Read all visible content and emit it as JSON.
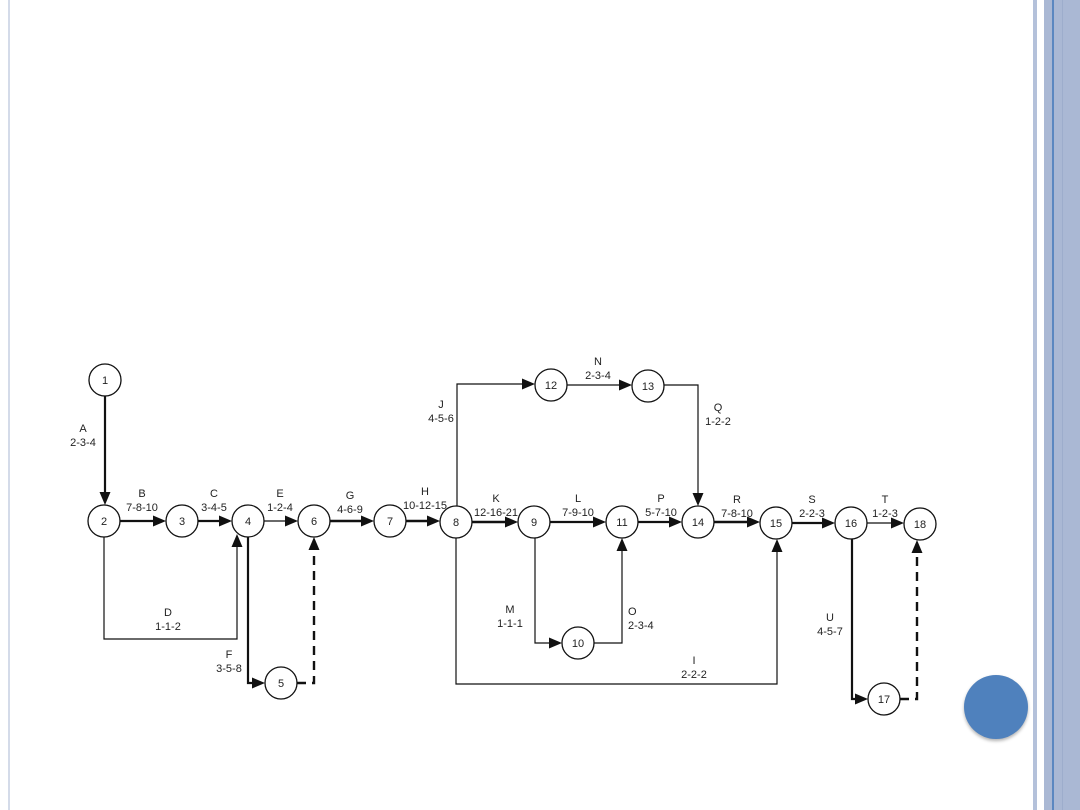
{
  "colors": {
    "accent": "#4f81bd",
    "sidebar": "#aab8d4",
    "sidebar_line": "#5b87c0"
  },
  "diagram": {
    "nodes": [
      "1",
      "2",
      "3",
      "4",
      "5",
      "6",
      "7",
      "8",
      "9",
      "10",
      "11",
      "12",
      "13",
      "14",
      "15",
      "16",
      "17",
      "18"
    ],
    "activities": [
      {
        "id": "A",
        "from": "1",
        "to": "2",
        "estimate": "2-3-4"
      },
      {
        "id": "B",
        "from": "2",
        "to": "3",
        "estimate": "7-8-10"
      },
      {
        "id": "C",
        "from": "3",
        "to": "4",
        "estimate": "3-4-5"
      },
      {
        "id": "D",
        "from": "2",
        "to": "4",
        "estimate": "1-1-2"
      },
      {
        "id": "E",
        "from": "4",
        "to": "6",
        "estimate": "1-2-4"
      },
      {
        "id": "F",
        "from": "4",
        "to": "5",
        "estimate": "3-5-8"
      },
      {
        "id": "G",
        "from": "6",
        "to": "7",
        "estimate": "4-6-9"
      },
      {
        "id": "H",
        "from": "7",
        "to": "8",
        "estimate": "10-12-15"
      },
      {
        "id": "J",
        "from": "8",
        "to": "12",
        "estimate": "4-5-6"
      },
      {
        "id": "K",
        "from": "8",
        "to": "9",
        "estimate": "12-16-21"
      },
      {
        "id": "L",
        "from": "9",
        "to": "11",
        "estimate": "7-9-10"
      },
      {
        "id": "M",
        "from": "9",
        "to": "10",
        "estimate": "1-1-1"
      },
      {
        "id": "O",
        "from": "10",
        "to": "11",
        "estimate": "2-3-4"
      },
      {
        "id": "N",
        "from": "12",
        "to": "13",
        "estimate": "2-3-4"
      },
      {
        "id": "Q",
        "from": "13",
        "to": "14",
        "estimate": "1-2-2"
      },
      {
        "id": "P",
        "from": "11",
        "to": "14",
        "estimate": "5-7-10"
      },
      {
        "id": "R",
        "from": "14",
        "to": "15",
        "estimate": "7-8-10"
      },
      {
        "id": "I",
        "from": "8",
        "to": "15",
        "estimate": "2-2-2"
      },
      {
        "id": "S",
        "from": "15",
        "to": "16",
        "estimate": "2-2-3"
      },
      {
        "id": "T",
        "from": "16",
        "to": "18",
        "estimate": "1-2-3"
      },
      {
        "id": "U",
        "from": "16",
        "to": "17",
        "estimate": "4-5-7"
      }
    ],
    "dummies": [
      {
        "from": "5",
        "to": "6"
      },
      {
        "from": "17",
        "to": "18"
      }
    ]
  }
}
